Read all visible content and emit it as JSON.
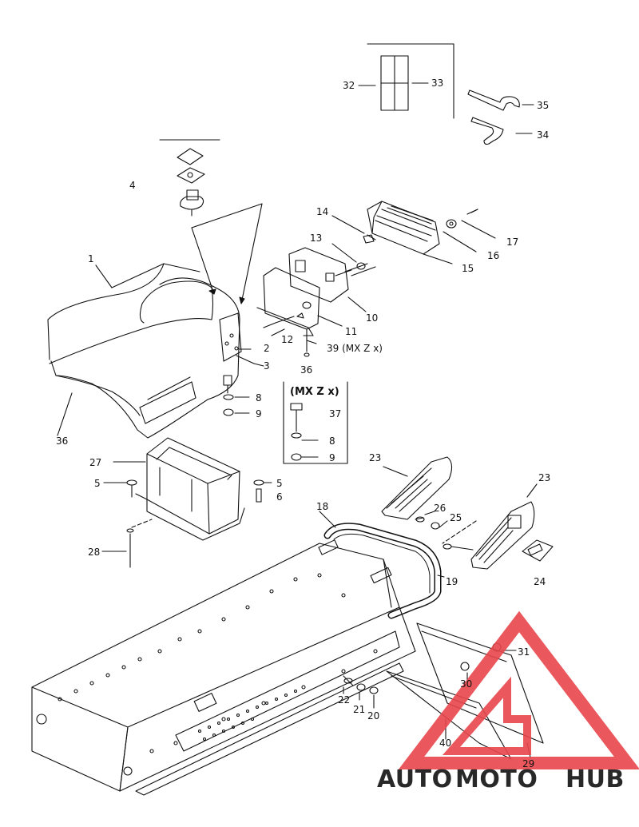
{
  "callouts": {
    "c1": "1",
    "c2": "2",
    "c3": "3",
    "c4": "4",
    "c5a": "5",
    "c5b": "5",
    "c6": "6",
    "c8a": "8",
    "c8b": "8",
    "c9a": "9",
    "c9b": "9",
    "c10": "10",
    "c11": "11",
    "c12": "12",
    "c13": "13",
    "c14": "14",
    "c15": "15",
    "c16": "16",
    "c17": "17",
    "c18": "18",
    "c19": "19",
    "c20": "20",
    "c21": "21",
    "c22": "22",
    "c23a": "23",
    "c23b": "23",
    "c24": "24",
    "c25": "25",
    "c26": "26",
    "c27": "27",
    "c28": "28",
    "c29": "29",
    "c30": "30",
    "c31": "31",
    "c32": "32",
    "c33": "33",
    "c34": "34",
    "c35": "35",
    "c36a": "36",
    "c36b": "36",
    "c37": "37",
    "c39": "39 (MX Z x)",
    "c40": "40"
  },
  "inset": {
    "title": "(MX Z x)"
  },
  "watermark": {
    "part1": "AUTO",
    "part2": "MOTO",
    "part3": "HUB"
  },
  "colors": {
    "line": "#111111",
    "wm_red": "#e8474c",
    "wm_orange": "#f2a93b",
    "wm_gray": "#8c8c8c"
  }
}
